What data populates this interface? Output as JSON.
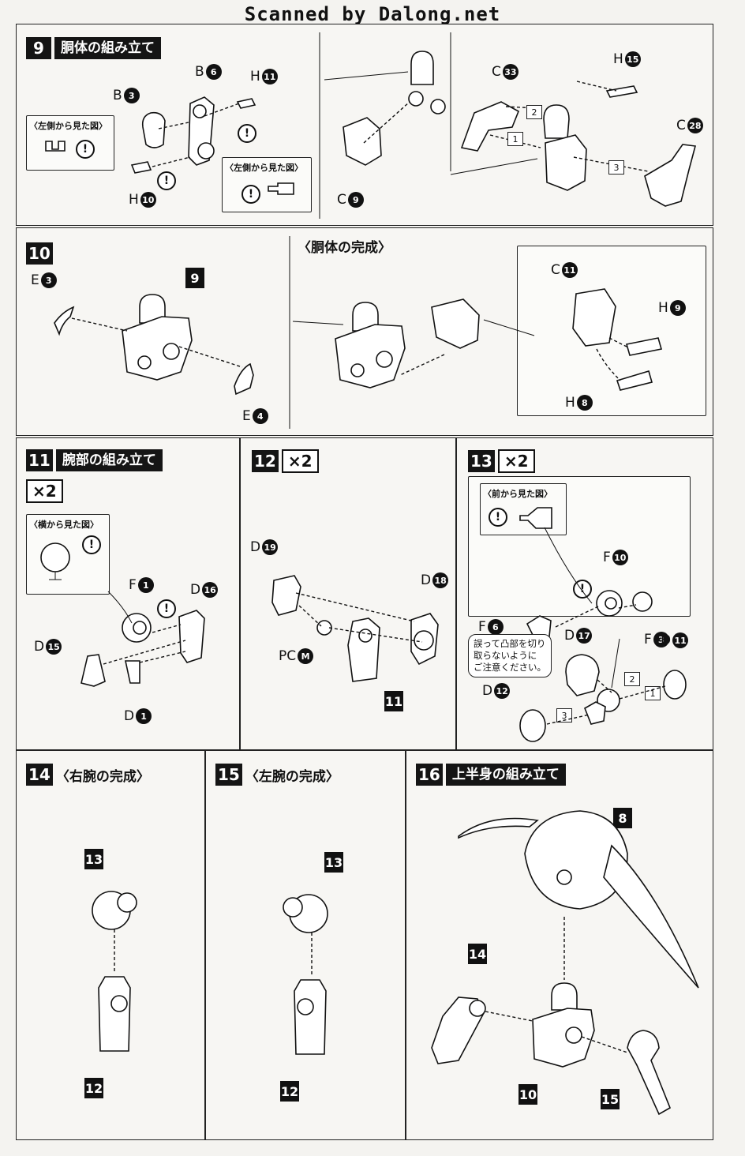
{
  "header": "Scanned by Dalong.net",
  "common": {
    "warning": "!",
    "side_view_left": "〈左側から見た図〉"
  },
  "step9": {
    "num": "9",
    "title": "胴体の組み立て",
    "sides": "〈左側から見た図〉",
    "seq": [
      "1",
      "2",
      "3"
    ],
    "parts": {
      "b3_l": "B",
      "b3_n": "3",
      "b6_l": "B",
      "b6_n": "6",
      "h11_l": "H",
      "h11_n": "11",
      "h10_l": "H",
      "h10_n": "10",
      "c9_l": "C",
      "c9_n": "9",
      "c33_l": "C",
      "c33_n": "33",
      "h15_l": "H",
      "h15_n": "15",
      "c28_l": "C",
      "c28_n": "28"
    }
  },
  "step10": {
    "num": "10",
    "subtitle": "〈胴体の完成〉",
    "ref": "9",
    "parts": {
      "e3_l": "E",
      "e3_n": "3",
      "e4_l": "E",
      "e4_n": "4",
      "c11_l": "C",
      "c11_n": "11",
      "h9_l": "H",
      "h9_n": "9",
      "h8_l": "H",
      "h8_n": "8"
    }
  },
  "step11": {
    "num": "11",
    "title": "腕部の組み立て",
    "mult": "×2",
    "side": "〈横から見た図〉",
    "parts": {
      "f1_l": "F",
      "f1_n": "1",
      "d16_l": "D",
      "d16_n": "16",
      "d15_l": "D",
      "d15_n": "15",
      "d1_l": "D",
      "d1_n": "1"
    }
  },
  "step12": {
    "num": "12",
    "mult": "×2",
    "ref": "11",
    "parts": {
      "d19_l": "D",
      "d19_n": "19",
      "d18_l": "D",
      "d18_n": "18",
      "pcm_l": "PC",
      "pcm_n": "M"
    }
  },
  "step13": {
    "num": "13",
    "mult": "×2",
    "front": "〈前から見た図〉",
    "seq": [
      "1",
      "2",
      "3"
    ],
    "note": [
      "誤って凸部を切り",
      "取らないように",
      "ご注意ください。"
    ],
    "parts": {
      "f10_l": "F",
      "f10_n": "10",
      "f6_l": "F",
      "f6_n": "6",
      "f3_l": "F",
      "f3_n": "3",
      "d17_l": "D",
      "d17_n": "17",
      "d11_l": "D",
      "d11_n": "11",
      "d12_l": "D",
      "d12_n": "12"
    }
  },
  "step14": {
    "num": "14",
    "subtitle": "〈右腕の完成〉",
    "top": "13",
    "bottom": "12"
  },
  "step15": {
    "num": "15",
    "subtitle": "〈左腕の完成〉",
    "top": "13",
    "bottom": "12"
  },
  "step16": {
    "num": "16",
    "title": "上半身の組み立て",
    "head": "8",
    "left": "14",
    "center": "10",
    "right": "15"
  }
}
